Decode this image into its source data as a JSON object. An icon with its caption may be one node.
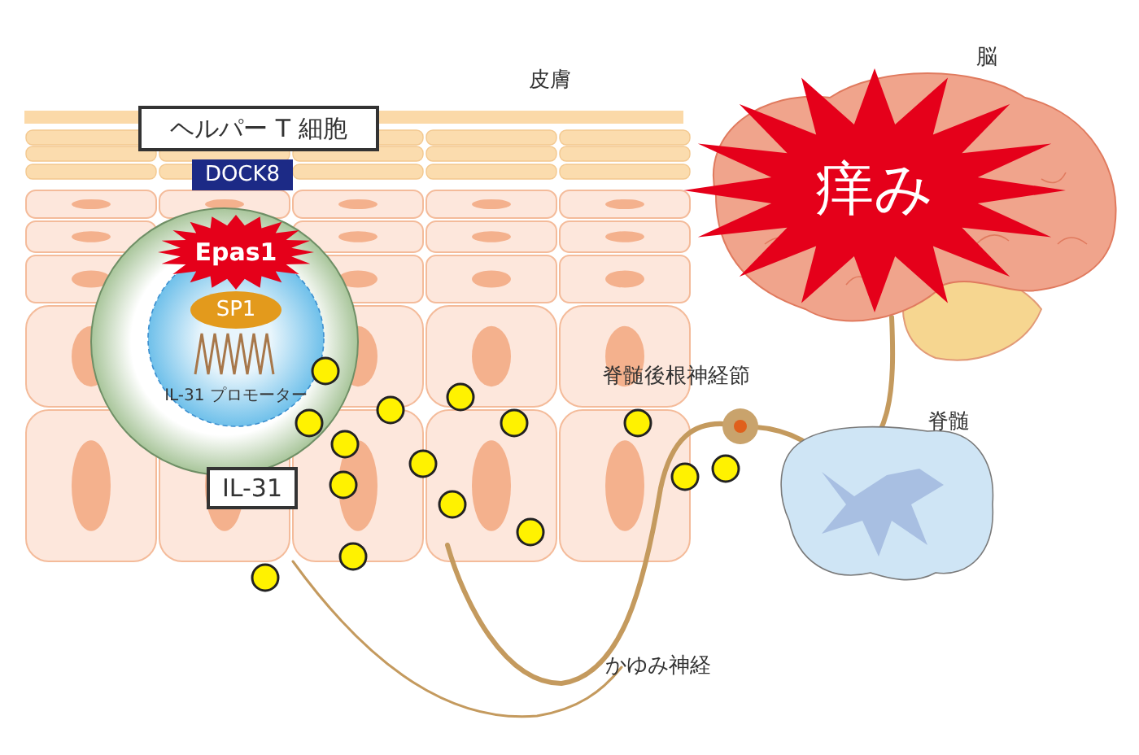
{
  "diagram": {
    "nodes": [
      {
        "text": [
          "ヘルパー T 細胞"
        ]
      },
      {
        "text": [
          "DOCK8"
        ]
      },
      {
        "text": [
          "Epas1"
        ]
      },
      {
        "text": [
          "SP1"
        ]
      },
      {
        "text": [
          "IL-31"
        ]
      },
      {
        "text": [
          "痒み"
        ]
      }
    ],
    "labels": [
      "皮膚",
      "脳",
      "IL-31 プロモーター",
      "脊髄後根神経節",
      "脊髄",
      "かゆみ神経"
    ]
  }
}
